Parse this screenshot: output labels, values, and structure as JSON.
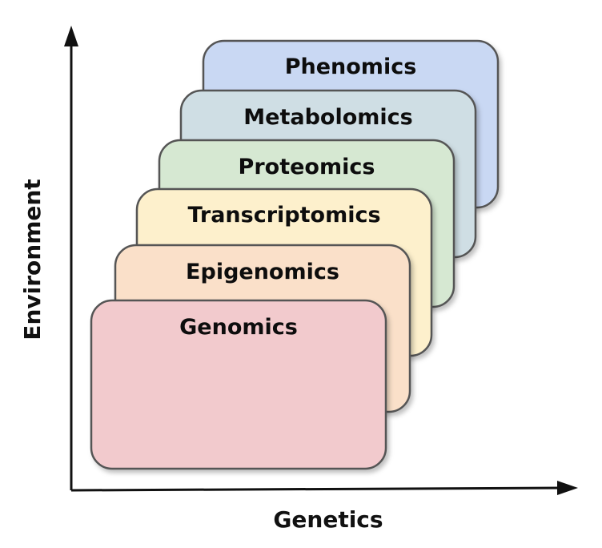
{
  "axes": {
    "y_label": "Environment",
    "x_label": "Genetics"
  },
  "layers": [
    {
      "label": "Phenomics",
      "color": "#c9d8f3"
    },
    {
      "label": "Metabolomics",
      "color": "#cfdee4"
    },
    {
      "label": "Proteomics",
      "color": "#d6e8d2"
    },
    {
      "label": "Transcriptomics",
      "color": "#fdf0cc"
    },
    {
      "label": "Epigenomics",
      "color": "#fae0c9"
    },
    {
      "label": "Genomics",
      "color": "#f2cacd"
    }
  ]
}
